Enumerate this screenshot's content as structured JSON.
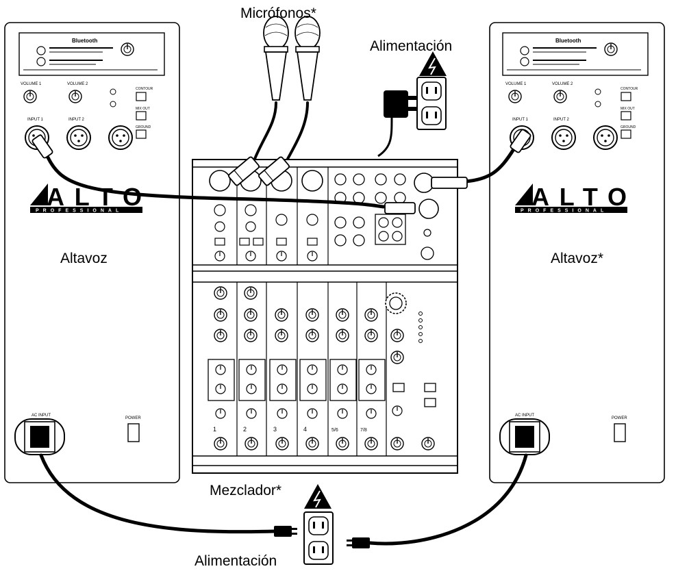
{
  "labels": {
    "microphones": "Micrófonos*",
    "power_top": "Alimentación",
    "speaker_left": "Altavoz",
    "speaker_right": "Altavoz*",
    "mixer": "Mezclador*",
    "power_bottom": "Alimentación"
  },
  "speaker": {
    "brand": "ALTO",
    "brand_sub": "PROFESSIONAL",
    "bluetooth": "Bluetooth",
    "volume_1": "VOLUME 1",
    "volume_2": "VOLUME 2",
    "input_1": "INPUT 1",
    "input_2": "INPUT 2",
    "ground": "GROUND",
    "contour": "CONTOUR",
    "mix_out": "MIX OUT",
    "ac_input": "AC INPUT",
    "power": "POWER"
  },
  "mixer_channels": [
    "1",
    "2",
    "3",
    "4",
    "5/6",
    "7/8"
  ],
  "colors": {
    "line": "#000000",
    "panel_fill": "#ffffff",
    "warning": "#000000"
  }
}
